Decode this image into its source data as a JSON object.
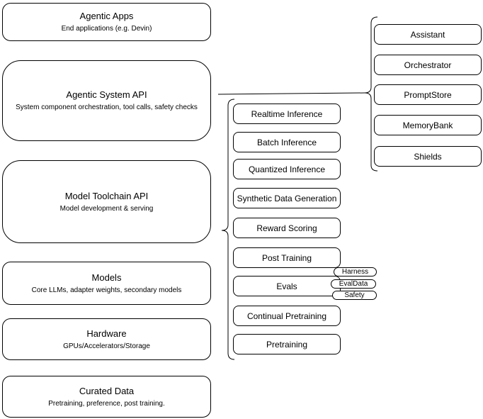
{
  "diagram": {
    "left_column": [
      {
        "title": "Agentic Apps",
        "subtitle": "End applications (e.g. Devin)"
      },
      {
        "title": "Agentic System API",
        "subtitle": "System component orchestration, tool calls, safety checks"
      },
      {
        "title": "Model Toolchain API",
        "subtitle": "Model development & serving"
      },
      {
        "title": "Models",
        "subtitle": "Core LLMs, adapter weights, secondary models"
      },
      {
        "title": "Hardware",
        "subtitle": "GPUs/Accelerators/Storage"
      },
      {
        "title": "Curated Data",
        "subtitle": "Pretraining, preference, post training."
      }
    ],
    "toolchain_items": [
      "Realtime Inference",
      "Batch Inference",
      "Quantized Inference",
      "Synthetic Data Generation",
      "Reward Scoring",
      "Post Training",
      "Evals",
      "Continual Pretraining",
      "Pretraining"
    ],
    "eval_tags": [
      "Harness",
      "EvalData",
      "Safety"
    ],
    "system_components": [
      "Assistant",
      "Orchestrator",
      "PromptStore",
      "MemoryBank",
      "Shields"
    ],
    "colors": {
      "stroke": "#000000",
      "fill": "#ffffff",
      "background": "#ffffff"
    }
  }
}
